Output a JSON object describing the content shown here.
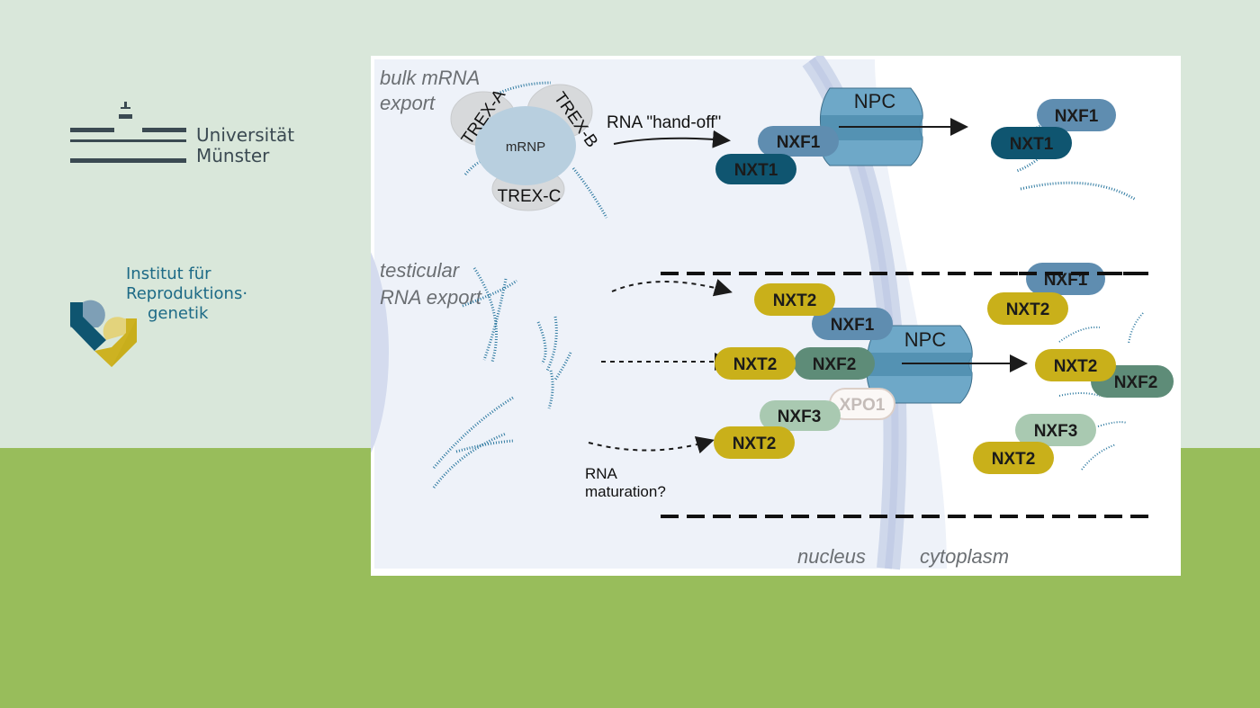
{
  "slide": {
    "colors": {
      "top_background": "#d9e7da",
      "bottom_background": "#98bd5b"
    }
  },
  "logos": {
    "university": {
      "line1": "Universität",
      "line2": "Münster",
      "icon": "university-building-icon"
    },
    "institute": {
      "line1": "Institut für",
      "line2": "Reproduktions·",
      "line3": "genetik",
      "icon": "institute-heart-icon"
    }
  },
  "figure": {
    "sections": {
      "bulk": {
        "line1": "bulk mRNA",
        "line2": "export"
      },
      "testicular": {
        "line1": "testicular",
        "line2": "RNA export"
      }
    },
    "bulk": {
      "trex_a": "TREX-A",
      "trex_b": "TREX-B",
      "trex_c": "TREX-C",
      "mrnp": "mRNP",
      "handoff": "RNA \"hand-off\"",
      "npc": "NPC",
      "nuclear_nxf1": "NXF1",
      "nuclear_nxt1": "NXT1",
      "cyto_nxf1": "NXF1",
      "cyto_nxt1": "NXT1"
    },
    "testicular": {
      "npc": "NPC",
      "n_nxt2_a": "NXT2",
      "n_nxf1": "NXF1",
      "n_nxt2_b": "NXT2",
      "n_nxf2": "NXF2",
      "n_nxf3": "NXF3",
      "n_xpo1": "XPO1",
      "n_nxt2_c": "NXT2",
      "c_nxf1": "NXF1",
      "c_nxt2_a": "NXT2",
      "c_nxt2_b": "NXT2",
      "c_nxf2": "NXF2",
      "c_nxf3": "NXF3",
      "c_nxt2_c": "NXT2",
      "maturation_line1": "RNA",
      "maturation_line2": "maturation?"
    },
    "compartments": {
      "nucleus": "nucleus",
      "cytoplasm": "cytoplasm"
    },
    "colors": {
      "nxt2": "#c9b01a",
      "nxf1": "#5f8db0",
      "nxt1": "#0f5570",
      "nxf2": "#5e8c78",
      "nxf3": "#a9c9b1",
      "npc": "#6ea8c8",
      "rna": "#2d79a0"
    }
  }
}
